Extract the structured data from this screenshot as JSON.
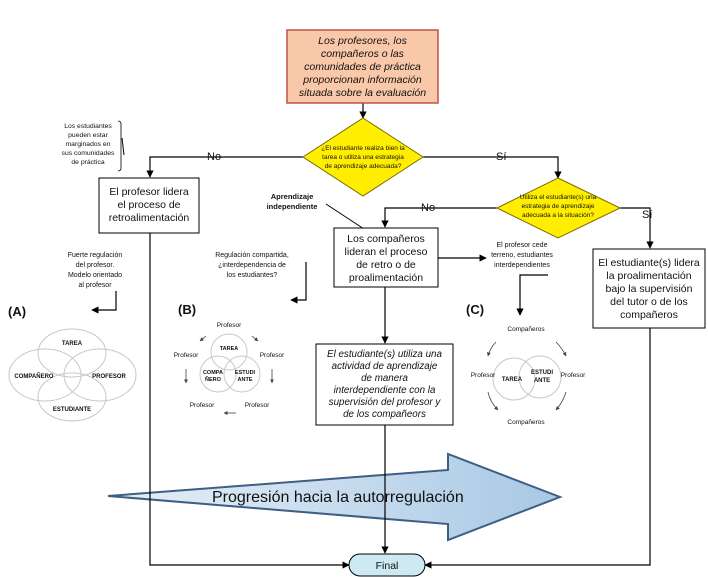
{
  "boxes": {
    "start": [
      "Los profesores, los",
      "compañeros o las",
      "comunidades de práctica",
      "proporcionan información",
      "situada sobre la evaluación"
    ],
    "teacher_lead": [
      "El profesor lidera",
      "el proceso de",
      "retroalimentación"
    ],
    "peers_lead": [
      "Los compañeros",
      "lideran el proceso",
      "de retro o de",
      "proalimentación"
    ],
    "student_lead": [
      "El estudiante(s) lidera",
      "la proalimentación",
      "bajo la supervisión",
      "del tutor o de los",
      "compañeros"
    ],
    "student_activity": [
      "El estudiante(s) utiliza una",
      "actividad de aprendizaje",
      "de manera",
      "interdependiente con la",
      "supervisión del profesor y",
      "de los compañeors"
    ],
    "final": "Final"
  },
  "decisions": {
    "d1": [
      "¿El estudiante realiza bien la",
      "tarea o utiliza una estrategia",
      "de aprendizaje adecuada?"
    ],
    "d2": [
      "Utiliza el estudiante(s) una",
      "estrategia de aprendizaje",
      "adecuada a la situación?"
    ]
  },
  "edge_labels": {
    "d1_no": "No",
    "d1_yes": "Sí",
    "d2_no": "No",
    "d2_yes": "Sí"
  },
  "notes": {
    "marginalized": [
      "Los estudiantes",
      "pueden estar",
      "marginados en",
      "sus comunidades",
      "de práctica"
    ],
    "independent": [
      "Aprendizaje",
      "independiente"
    ],
    "regulation_strong": [
      "Fuerte regulación",
      "del profesor.",
      "Modelo orientado",
      "al profesor"
    ],
    "regulation_shared": [
      "Regulación compartida,",
      "¿interdependencia de",
      "los estudiantes?"
    ],
    "teacher_cedes": [
      "El profesor cede",
      "terreno, estudiantes",
      "interdependientes"
    ]
  },
  "panels": {
    "a": {
      "label": "(A)",
      "tarea": "TAREA",
      "companero": "COMPAÑERO",
      "profesor": "PROFESOR",
      "estudiante": "ESTUDIANTE"
    },
    "b": {
      "label": "(B)",
      "tarea": "TAREA",
      "companero": [
        "COMPA",
        "ÑERO"
      ],
      "estudiante": [
        "ESTUDI",
        "ANTE"
      ],
      "profesor": "Profesor"
    },
    "c": {
      "label": "(C)",
      "tarea": "TAREA",
      "estudiante": [
        "ESTUDI",
        "ANTE"
      ],
      "companeros": "Compañeros",
      "profesor": "Profesor"
    }
  },
  "progression": "Progresión hacia la autorregulación",
  "colors": {
    "start_fill": "#f9c8a8",
    "start_stroke": "#c0504d",
    "decision_fill": "#ffee00",
    "final_fill": "#cdeaf2",
    "arrow_fill": "#b7d3e8",
    "arrow_stroke": "#3d5f83"
  }
}
